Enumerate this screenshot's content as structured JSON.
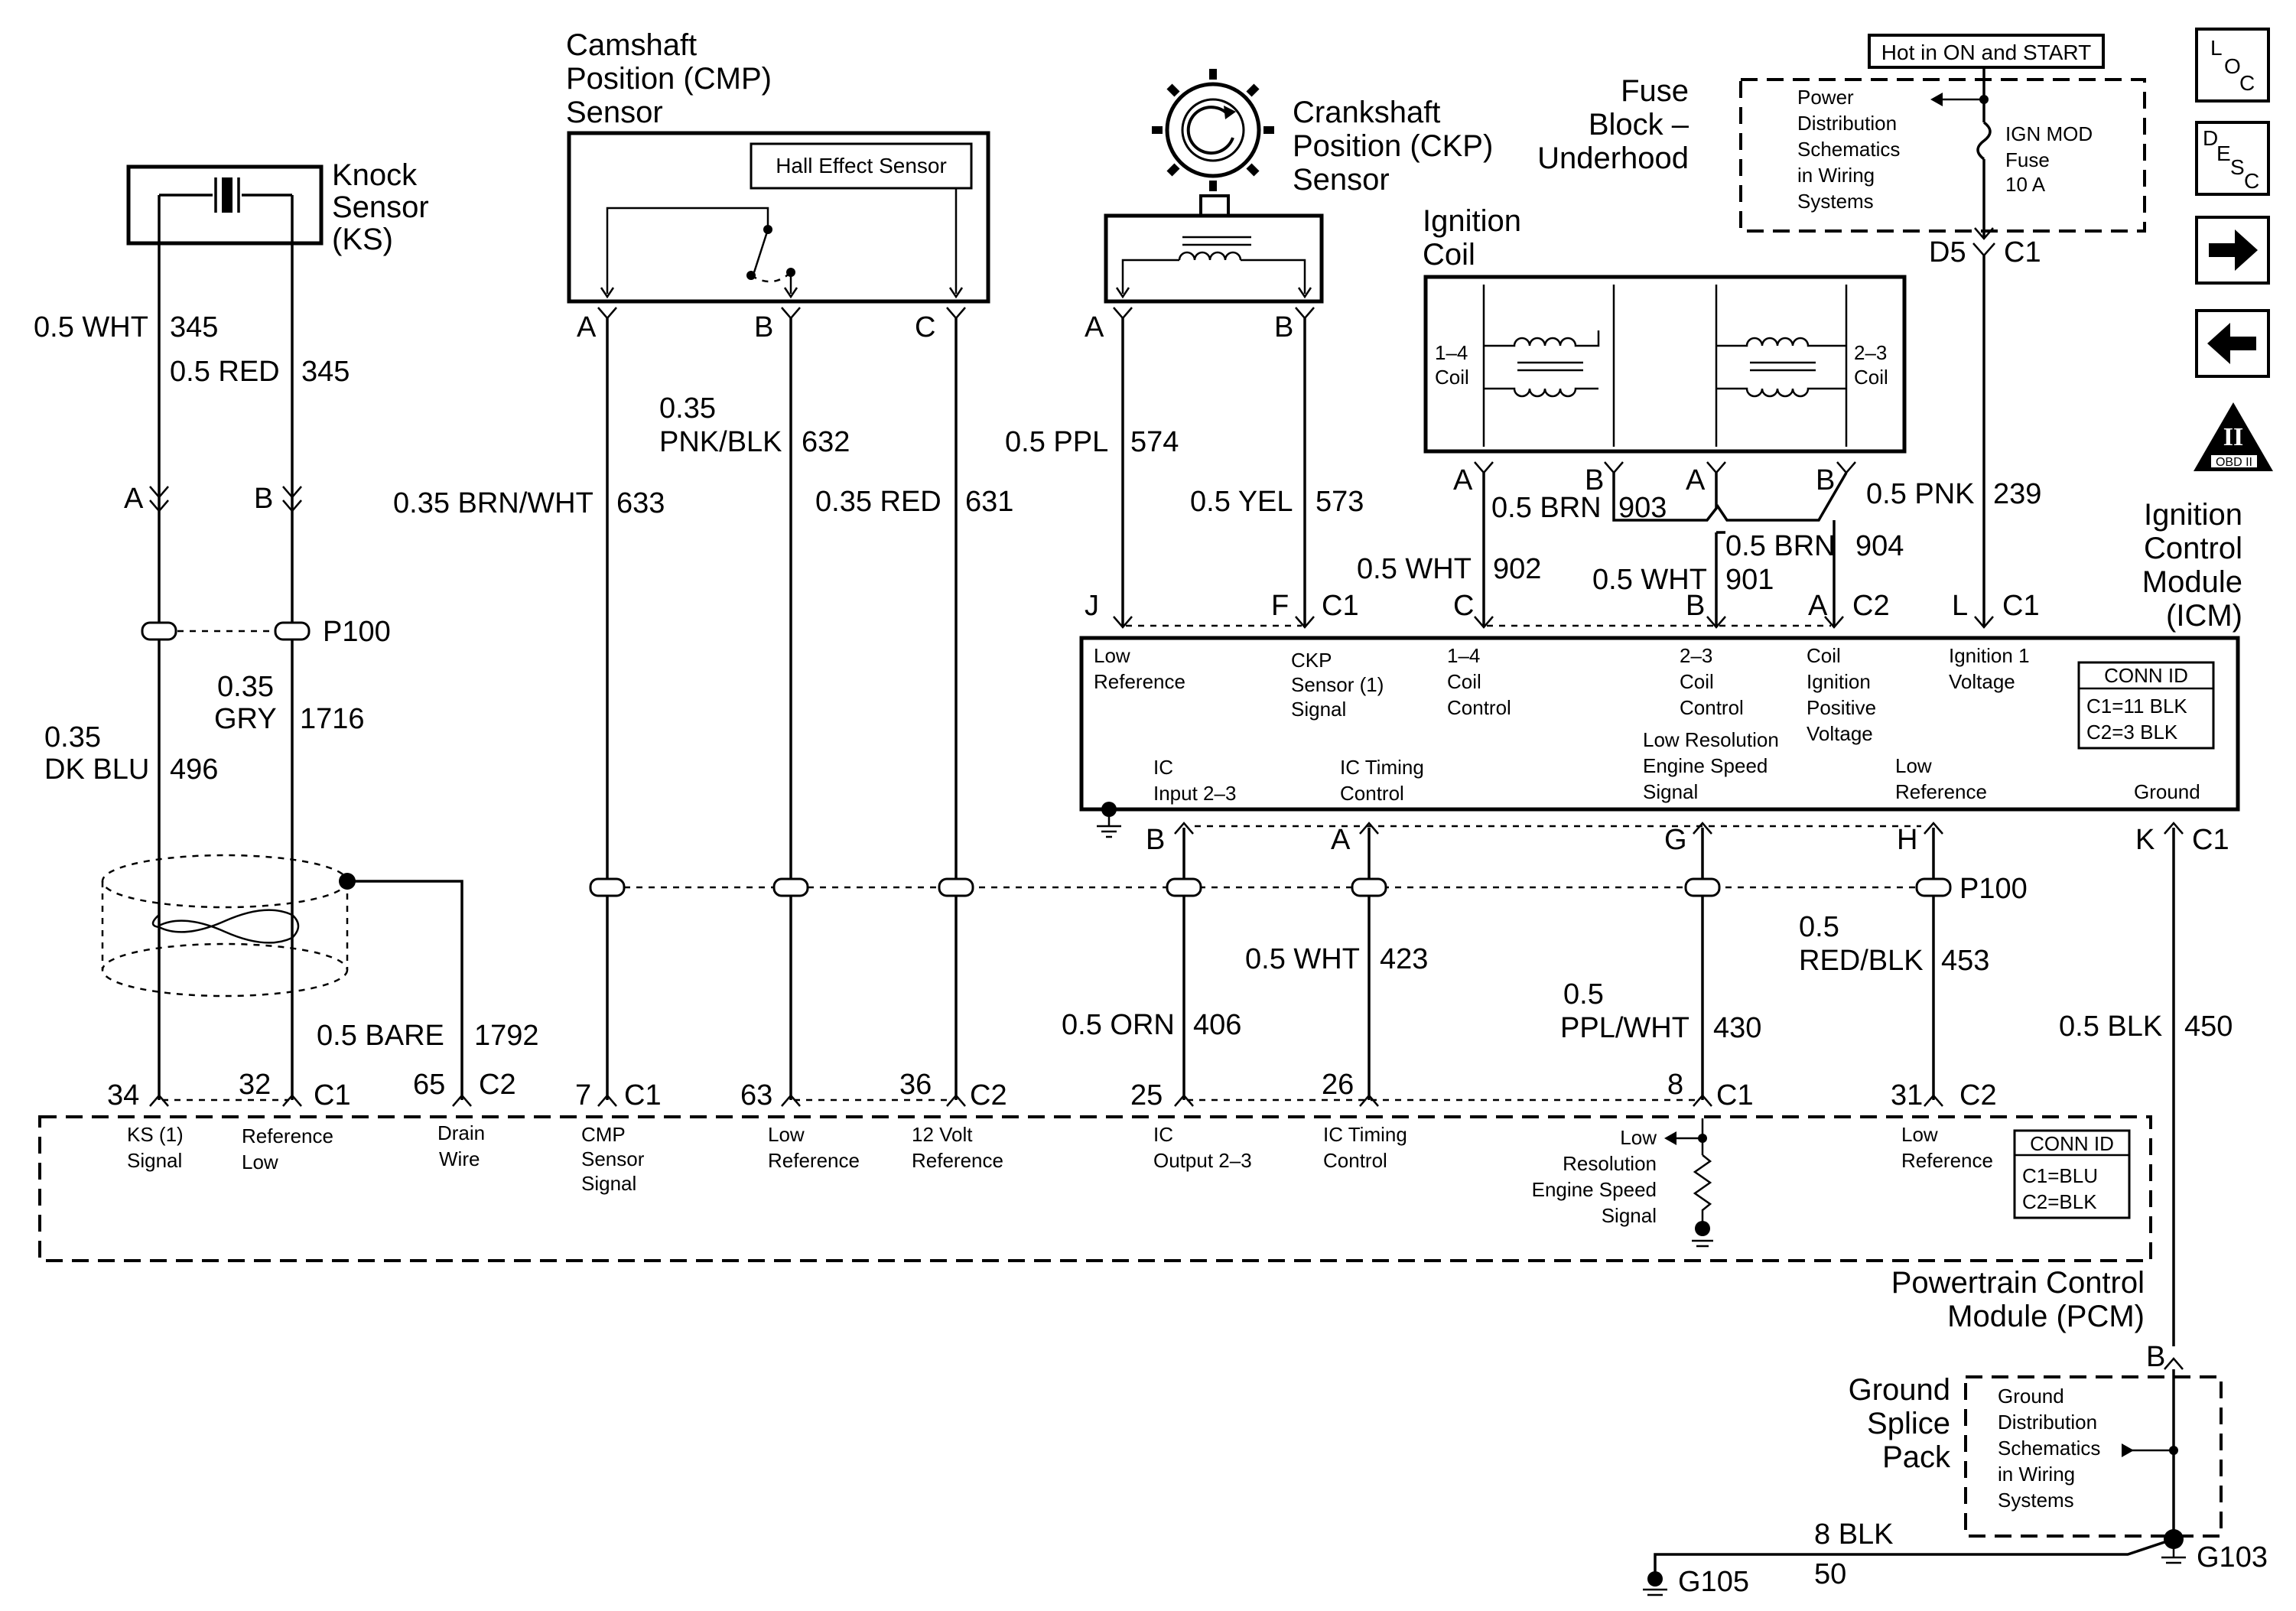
{
  "components": {
    "knock_sensor": [
      "Knock",
      "Sensor",
      "(KS)"
    ],
    "cmp_sensor": [
      "Camshaft",
      "Position (CMP)",
      "Sensor"
    ],
    "hall_effect": "Hall Effect Sensor",
    "ckp_sensor": [
      "Crankshaft",
      "Position (CKP)",
      "Sensor"
    ],
    "ignition_coil": [
      "Ignition",
      "Coil"
    ],
    "coil_14": [
      "1–4",
      "Coil"
    ],
    "coil_23": [
      "2–3",
      "Coil"
    ],
    "fuse_block": [
      "Fuse",
      "Block –",
      "Underhood"
    ],
    "hot_in": "Hot in ON and START",
    "power_dist": [
      "Power",
      "Distribution",
      "Schematics",
      "in Wiring",
      "Systems"
    ],
    "ign_fuse": [
      "IGN MOD",
      "Fuse",
      "10 A"
    ],
    "icm": [
      "Ignition",
      "Control",
      "Module",
      "(ICM)"
    ],
    "pcm": [
      "Powertrain Control",
      "Module (PCM)"
    ],
    "ground_splice": [
      "Ground",
      "Splice",
      "Pack"
    ],
    "ground_dist": [
      "Ground",
      "Distribution",
      "Schematics",
      "in Wiring",
      "Systems"
    ]
  },
  "side_icons": {
    "loc": [
      "L",
      "O",
      "C"
    ],
    "desc": [
      "D",
      "E",
      "S",
      "C"
    ],
    "obd": "II",
    "obd_label": "OBD II"
  },
  "wires": {
    "ks_a": [
      "0.5 WHT",
      "345"
    ],
    "ks_b": [
      "0.5 RED",
      "345"
    ],
    "ks_dkblu": [
      "0.35",
      "DK BLU",
      "496"
    ],
    "ks_gry": [
      "0.35",
      "GRY",
      "1716"
    ],
    "drain": [
      "0.5 BARE",
      "1792"
    ],
    "cmp_a": [
      "0.35 BRN/WHT",
      "633"
    ],
    "cmp_b": [
      "0.35",
      "PNK/BLK",
      "632"
    ],
    "cmp_c": [
      "0.35 RED",
      "631"
    ],
    "ckp_a": [
      "0.5 PPL",
      "574"
    ],
    "ckp_b": [
      "0.5 YEL",
      "573"
    ],
    "brn903": [
      "0.5 BRN",
      "903"
    ],
    "wht902": [
      "0.5 WHT",
      "902"
    ],
    "brn904": [
      "0.5 BRN",
      "904"
    ],
    "wht901": [
      "0.5 WHT",
      "901"
    ],
    "pnk239": [
      "0.5 PNK",
      "239"
    ],
    "orn406": [
      "0.5 ORN",
      "406"
    ],
    "wht423": [
      "0.5 WHT",
      "423"
    ],
    "ppl430": [
      "0.5",
      "PPL/WHT",
      "430"
    ],
    "redblk453": [
      "0.5",
      "RED/BLK",
      "453"
    ],
    "blk450": [
      "0.5 BLK",
      "450"
    ],
    "blk50": [
      "8 BLK",
      "50"
    ]
  },
  "splice": "P100",
  "grounds": [
    "G105",
    "G103"
  ],
  "fuse_pins": [
    "D5",
    "C1"
  ],
  "icm_conn": {
    "title": "CONN ID",
    "c1": "C1=11 BLK",
    "c2": "C2=3 BLK"
  },
  "pcm_conn": {
    "title": "CONN ID",
    "c1": "C1=BLU",
    "c2": "C2=BLK"
  },
  "icm_top_pins": [
    "J",
    "F",
    "C1",
    "C",
    "B",
    "A",
    "C2",
    "L",
    "C1"
  ],
  "icm_labels": {
    "low_ref": [
      "Low",
      "Reference"
    ],
    "ckp_signal": [
      "CKP",
      "Sensor (1)",
      "Signal"
    ],
    "coil14": [
      "1–4",
      "Coil",
      "Control"
    ],
    "coil23": [
      "2–3",
      "Coil",
      "Control"
    ],
    "coil_ign": [
      "Coil",
      "Ignition",
      "Positive",
      "Voltage"
    ],
    "ign1": [
      "Ignition 1",
      "Voltage"
    ],
    "ic_input": [
      "IC",
      "Input 2–3"
    ],
    "ic_timing": [
      "IC Timing",
      "Control"
    ],
    "low_res": [
      "Low Resolution",
      "Engine Speed",
      "Signal"
    ],
    "low_ref2": [
      "Low",
      "Reference"
    ],
    "ground": "Ground"
  },
  "icm_bottom_pins": [
    "B",
    "A",
    "G",
    "H",
    "K",
    "C1"
  ],
  "pcm_pins": {
    "p34": "34",
    "p32": "32",
    "c1a": "C1",
    "p65": "65",
    "c2a": "C2",
    "p7": "7",
    "c1b": "C1",
    "p63": "63",
    "p36": "36",
    "c2b": "C2",
    "p25": "25",
    "p26": "26",
    "p8": "8",
    "c1c": "C1",
    "p31": "31",
    "c2c": "C2"
  },
  "pcm_labels": {
    "ks_signal": [
      "KS (1)",
      "Signal"
    ],
    "ref_low": [
      "Reference",
      "Low"
    ],
    "drain": [
      "Drain",
      "Wire"
    ],
    "cmp_signal": [
      "CMP",
      "Sensor",
      "Signal"
    ],
    "low_ref": [
      "Low",
      "Reference"
    ],
    "v12_ref": [
      "12 Volt",
      "Reference"
    ],
    "ic_output": [
      "IC",
      "Output 2–3"
    ],
    "ic_timing": [
      "IC Timing",
      "Control"
    ],
    "low_res": [
      "Low",
      "Resolution",
      "Engine Speed",
      "Signal"
    ],
    "low_ref2": [
      "Low",
      "Reference"
    ]
  },
  "connector_letters": {
    "ks_a": "A",
    "ks_b": "B",
    "cmp_a": "A",
    "cmp_b": "B",
    "cmp_c": "C",
    "ckp_a": "A",
    "ckp_b": "B",
    "coil_a1": "A",
    "coil_b1": "B",
    "coil_a2": "A",
    "coil_b2": "B",
    "gsp_b": "B"
  }
}
